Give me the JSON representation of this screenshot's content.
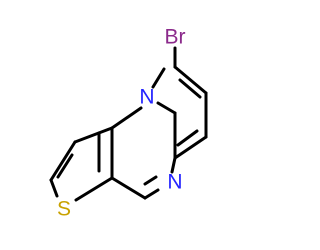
{
  "molecule": {
    "atoms": {
      "bromine": {
        "label": "Br",
        "color": "#8b2a8b"
      },
      "nitrogen_top": {
        "label": "N",
        "color": "#2424ff"
      },
      "nitrogen_bottom": {
        "label": "N",
        "color": "#2424ff"
      },
      "sulfur": {
        "label": "S",
        "color": "#c9a200"
      }
    },
    "bond_color": "#000000"
  }
}
